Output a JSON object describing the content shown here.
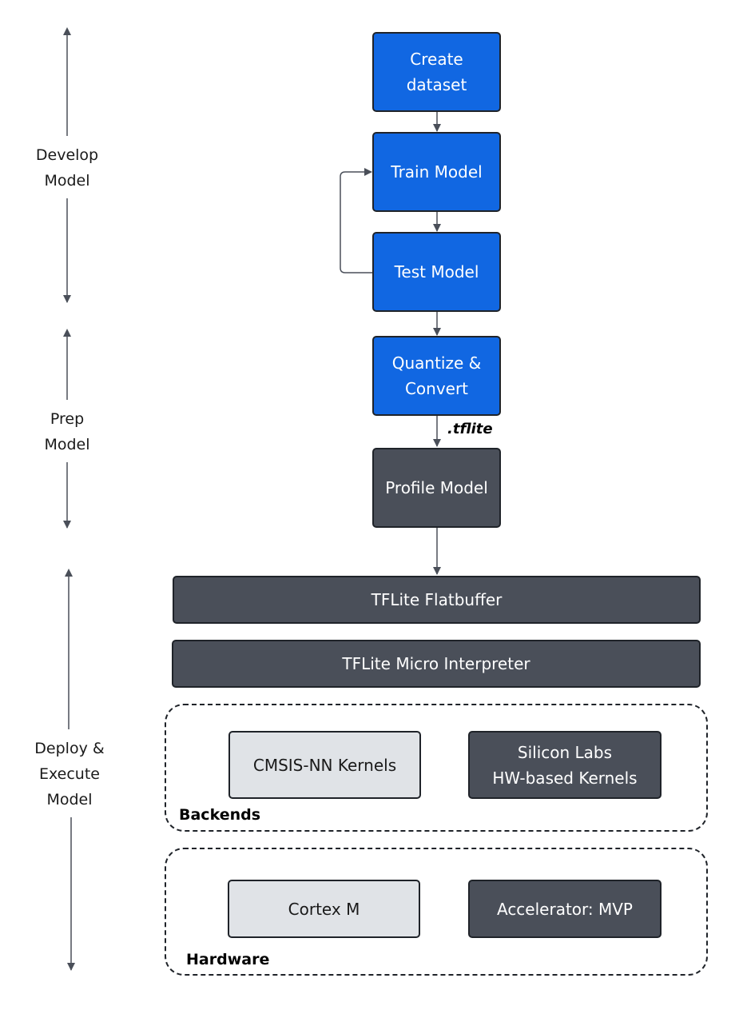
{
  "phases": {
    "develop": "Develop\nModel",
    "prep": "Prep\nModel",
    "deploy": "Deploy &\nExecute\nModel"
  },
  "steps": {
    "create_dataset": "Create\ndataset",
    "train_model": "Train Model",
    "test_model": "Test Model",
    "quantize_convert": "Quantize &\nConvert",
    "profile_model": "Profile Model"
  },
  "edges": {
    "tflite_label": ".tflite"
  },
  "layers": {
    "flatbuffer": "TFLite Flatbuffer",
    "interpreter": "TFLite Micro Interpreter"
  },
  "backends": {
    "label": "Backends",
    "cmsis": "CMSIS-NN Kernels",
    "silabs": "Silicon Labs\nHW-based Kernels"
  },
  "hardware": {
    "label": "Hardware",
    "cortex": "Cortex M",
    "accelerator": "Accelerator: MVP"
  },
  "colors": {
    "step_blue": "#1167e2",
    "dark_box": "#4a4f59",
    "light_box": "#e0e3e7",
    "arrow": "#4a4f59"
  }
}
